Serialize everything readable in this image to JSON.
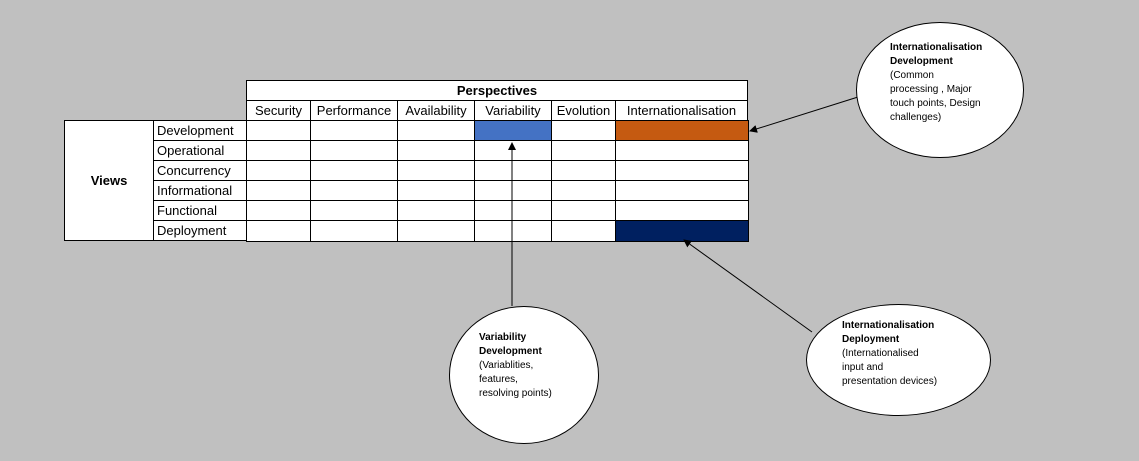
{
  "matrix": {
    "title": "Perspectives",
    "views_label": "Views",
    "perspectives": [
      "Security",
      "Performance",
      "Availability",
      "Variability",
      "Evolution",
      "Internationalisation"
    ],
    "views": [
      "Development",
      "Operational",
      "Concurrency",
      "Informational",
      "Functional",
      "Deployment"
    ],
    "highlights": {
      "development_variability": "#4472c4",
      "development_internationalisation": "#c55a11",
      "deployment_internationalisation": "#002060"
    }
  },
  "callouts": {
    "intl_development": {
      "title": "Internationalisation\nDevelopment",
      "body": "(Common\nprocessing , Major\ntouch points, Design\nchallenges)"
    },
    "variability_development": {
      "title": "Variability\nDevelopment",
      "body": "(Variablities,\nfeatures,\nresolving points)"
    },
    "intl_deployment": {
      "title": "Internationalisation\nDeployment",
      "body": "(Internationalised\ninput and\npresentation devices)"
    }
  }
}
